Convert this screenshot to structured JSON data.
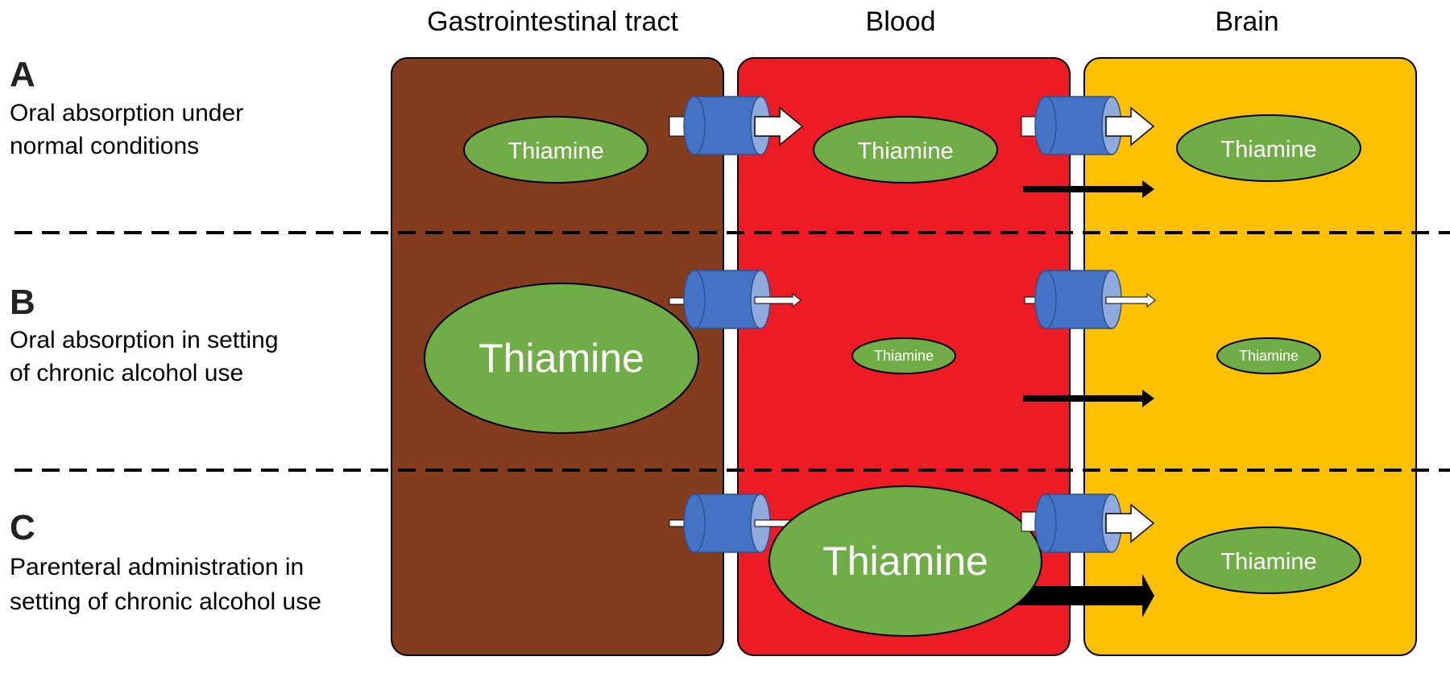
{
  "columns": {
    "gi": "Gastrointestinal tract",
    "blood": "Blood",
    "brain": "Brain"
  },
  "rows": {
    "a": {
      "letter": "A",
      "line1": "Oral absorption under",
      "line2": "normal conditions"
    },
    "b": {
      "letter": "B",
      "line1": "Oral absorption in setting",
      "line2": "of chronic alcohol use"
    },
    "c": {
      "letter": "C",
      "line1": "Parenteral administration in",
      "line2": "setting of chronic alcohol use"
    }
  },
  "molecule_label": "Thiamine",
  "colors": {
    "gi": "#843c1f",
    "blood": "#ed1c24",
    "brain": "#ffc000",
    "thiamine": "#70ad47",
    "transporter": "#4472c4",
    "transporter_end": "#8faadc",
    "divider": "#000000"
  },
  "icons": {
    "transporter": "transporter-channel-icon",
    "transport_arrow": "white-arrow-icon",
    "diffusion_arrow": "black-arrow-icon"
  }
}
